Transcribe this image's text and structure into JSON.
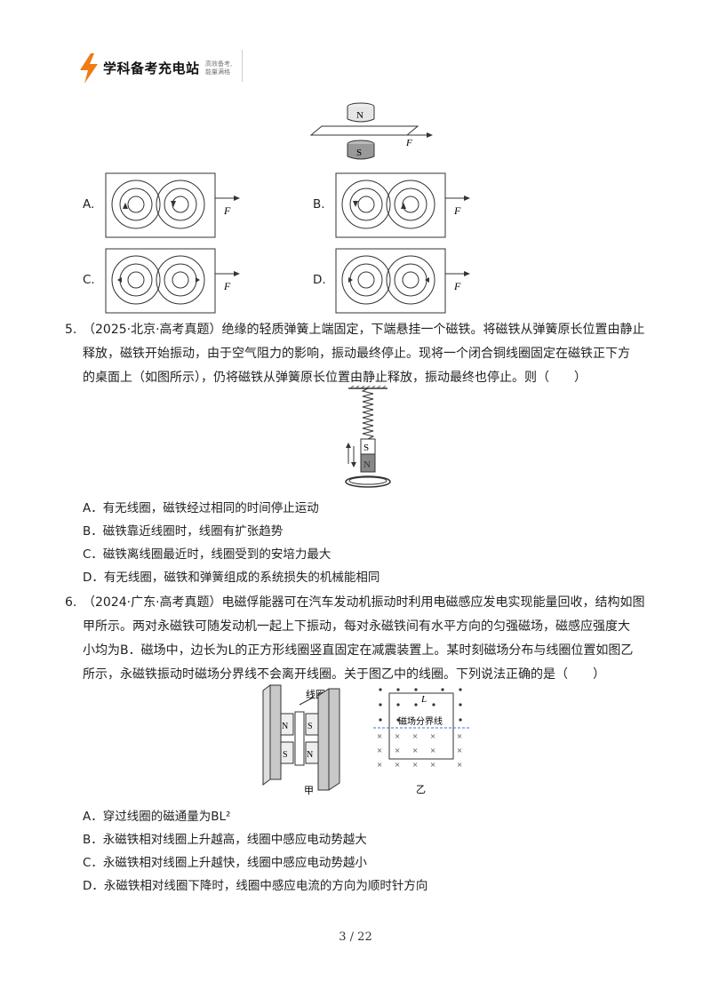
{
  "header": {
    "brand": "学科备考充电站",
    "slogan_line1": "高效备考,",
    "slogan_line2": "能量满格"
  },
  "figures": {
    "magnet_N": "N",
    "magnet_S": "S",
    "force_F": "F",
    "spring_S": "S",
    "spring_N": "N",
    "q6_coil": "线圈",
    "q6_jia": "甲",
    "q6_yi": "乙",
    "q6_L": "L",
    "q6_boundary": "磁场分界线"
  },
  "q4_options": [
    {
      "label": "A."
    },
    {
      "label": "B."
    },
    {
      "label": "C."
    },
    {
      "label": "D."
    }
  ],
  "q5": {
    "number": "5.",
    "lines": [
      "（2025·北京·高考真题）绝缘的轻质弹簧上端固定，下端悬挂一个磁铁。将磁铁从弹簧原长位置由静止",
      "释放，磁铁开始振动，由于空气阻力的影响，振动最终停止。现将一个闭合铜线圈固定在磁铁正下方",
      "的桌面上（如图所示），仍将磁铁从弹簧原长位置由静止释放，振动最终也停止。则（　　）"
    ],
    "options": [
      "A．有无线圈，磁铁经过相同的时间停止运动",
      "B．磁铁靠近线圈时，线圈有扩张趋势",
      "C．磁铁离线圈最近时，线圈受到的安培力最大",
      "D．有无线圈，磁铁和弹簧组成的系统损失的机械能相同"
    ]
  },
  "q6": {
    "number": "6.",
    "lines": [
      "（2024·广东·高考真题）电磁俘能器可在汽车发动机振动时利用电磁感应发电实现能量回收，结构如图",
      "甲所示。两对永磁铁可随发动机一起上下振动，每对永磁铁间有水平方向的匀强磁场，磁感应强度大",
      "小均为B．磁场中，边长为L的正方形线圈竖直固定在减震装置上。某时刻磁场分布与线圈位置如图乙",
      "所示，永磁铁振动时磁场分界线不会离开线圈。关于图乙中的线圈。下列说法正确的是（　　）"
    ],
    "options": [
      "A．穿过线圈的磁通量为BL²",
      "B．永磁铁相对线圈上升越高，线圈中感应电动势越大",
      "C．永磁铁相对线圈上升越快，线圈中感应电动势越小",
      "D．永磁铁相对线圈下降时，线圈中感应电流的方向为顺时针方向"
    ]
  },
  "footer": {
    "page": "3 / 22"
  }
}
